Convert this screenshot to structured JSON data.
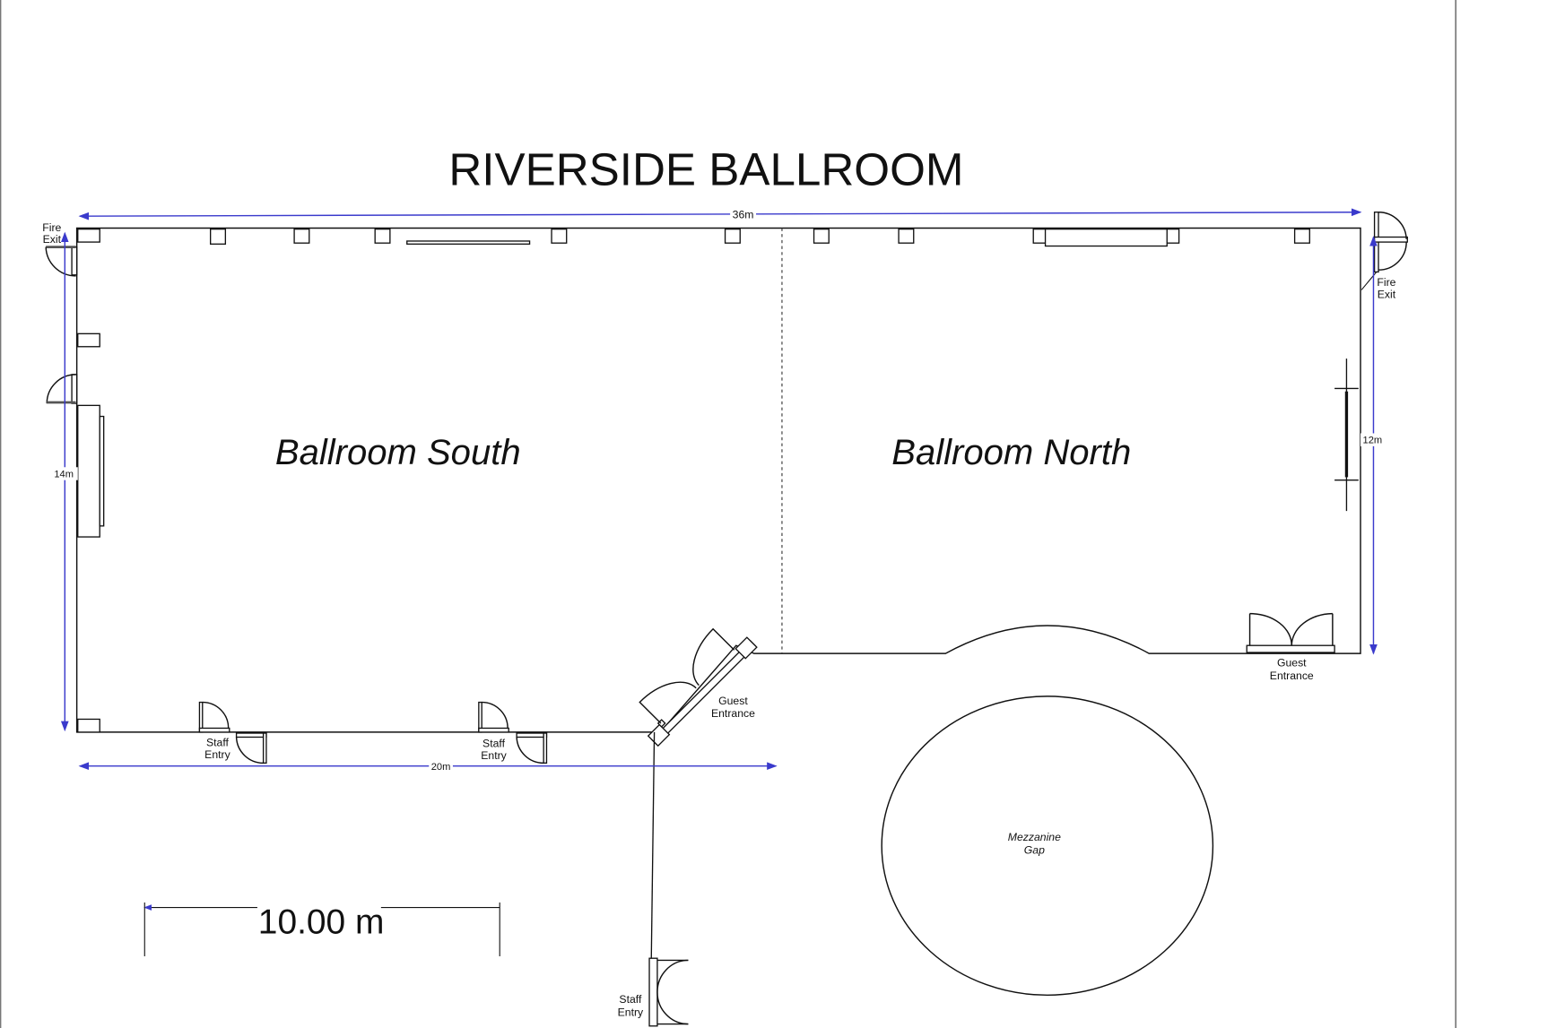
{
  "title": "RIVERSIDE BALLROOM",
  "rooms": [
    {
      "name": "Ballroom South"
    },
    {
      "name": "Ballroom North"
    }
  ],
  "dimensions": {
    "top": "36m",
    "left": "14m",
    "right": "12m",
    "bottom": "20m"
  },
  "scale_bar": "10.00 m",
  "labels": {
    "fire_exit": [
      "Fire",
      "Exit"
    ],
    "staff_entry": [
      "Staff",
      "Entry"
    ],
    "guest_entrance": [
      "Guest",
      "Entrance"
    ],
    "mezzanine": [
      "Mezzanine",
      "Gap"
    ]
  },
  "colors": {
    "dimension": "#3a3acc",
    "wall": "#111111"
  }
}
